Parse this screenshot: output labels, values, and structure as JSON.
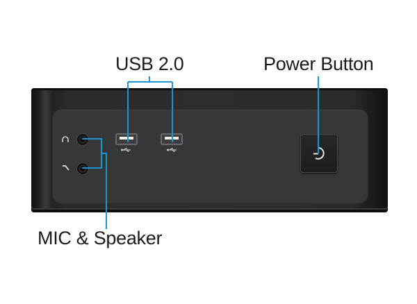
{
  "labels": {
    "usb": "USB 2.0",
    "power": "Power Button",
    "audio": "MIC & Speaker"
  },
  "icons": {
    "headphone": "headphone-icon",
    "microphone": "microphone-icon",
    "usb": "usb-icon",
    "power": "power-icon"
  },
  "ports": {
    "audio_jacks": [
      "headphone",
      "microphone"
    ],
    "usb_ports": 2
  },
  "colors": {
    "leader": "#1a95d8",
    "body": "#2c2d2e",
    "panel": "#363738",
    "text": "#1a1a1a"
  }
}
